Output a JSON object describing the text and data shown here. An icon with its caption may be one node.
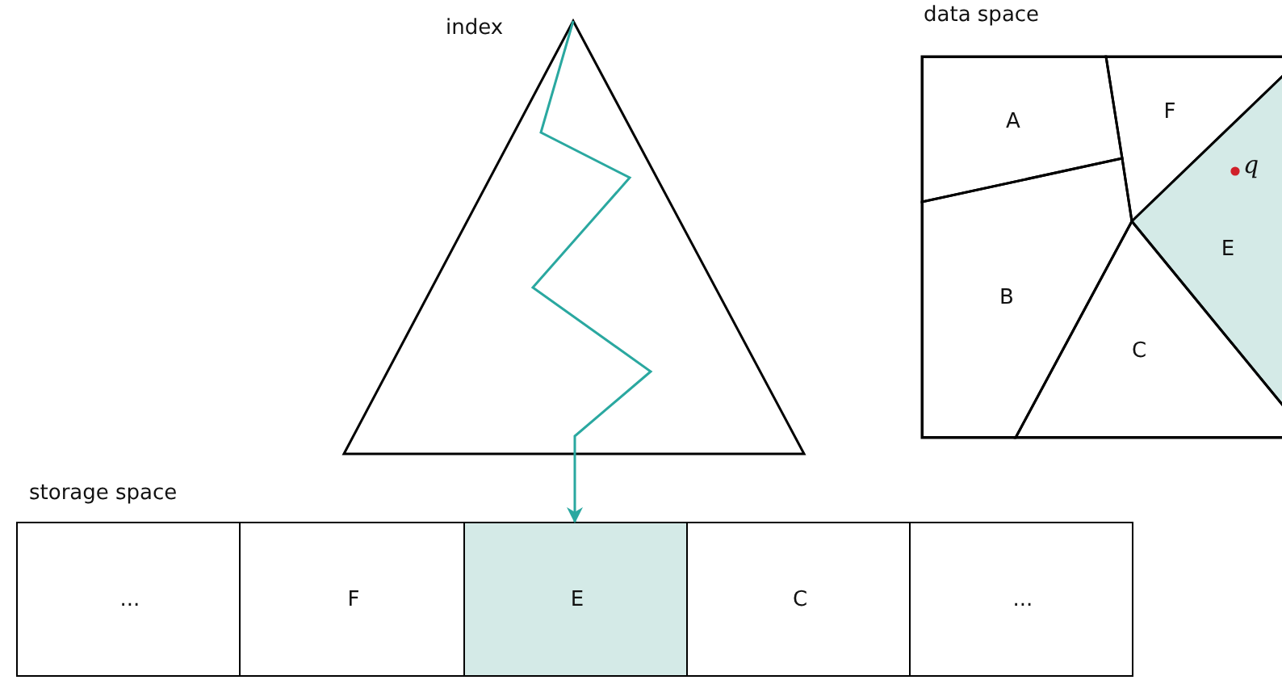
{
  "diagram": {
    "nodes": [
      {
        "text": [
          "index"
        ]
      },
      {
        "text": [
          "data space"
        ]
      },
      {
        "text": [
          "A"
        ],
        "in": 1
      },
      {
        "text": [
          "F"
        ],
        "in": 1
      },
      {
        "text": [
          "E"
        ],
        "in": 1
      },
      {
        "text": [
          "B"
        ],
        "in": 1
      },
      {
        "text": [
          "C"
        ],
        "in": 1
      },
      {
        "text": [
          "storage space"
        ]
      },
      {
        "text": [
          "..."
        ],
        "in": 7
      },
      {
        "text": [
          "F"
        ],
        "in": 7
      },
      {
        "text": [
          "E"
        ],
        "in": 7
      },
      {
        "text": [
          "C"
        ],
        "in": 7
      },
      {
        "text": [
          "..."
        ],
        "in": 7
      }
    ],
    "edges": [
      {
        "from": 0,
        "to": 10,
        "arrow": "to",
        "color": "#2aa8a0"
      }
    ],
    "labels": [
      "q"
    ]
  }
}
